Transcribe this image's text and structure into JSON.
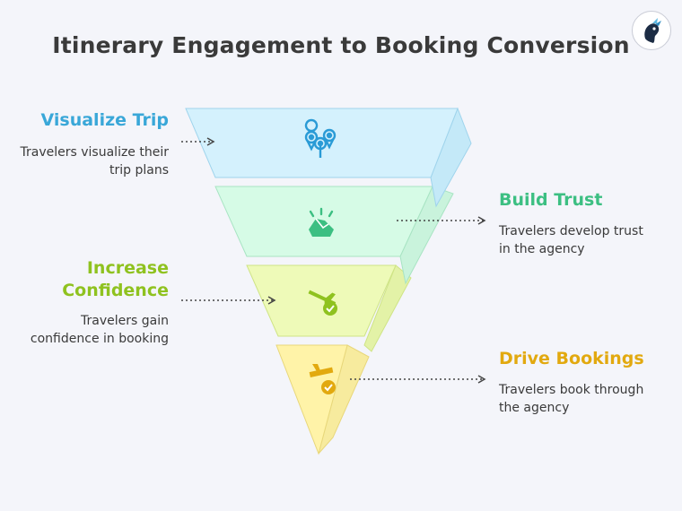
{
  "title": "Itinerary Engagement to Booking Conversion",
  "colors": {
    "stage1": "#39a7d8",
    "stage2": "#3cbf82",
    "stage3": "#8fc21f",
    "stage4": "#e2a90f",
    "title": "#3a3a3a"
  },
  "stages": [
    {
      "label": "Visualize Trip",
      "description_lines": [
        "Travelers visualize their",
        "trip plans"
      ],
      "icon": "map-pins-icon"
    },
    {
      "label": "Build Trust",
      "description_lines": [
        "Travelers develop trust",
        "in the agency"
      ],
      "icon": "handshake-icon"
    },
    {
      "label_lines": [
        "Increase",
        "Confidence"
      ],
      "description_lines": [
        "Travelers gain",
        "confidence in booking"
      ],
      "icon": "plane-check-icon"
    },
    {
      "label": "Drive Bookings",
      "description_lines": [
        "Travelers book through",
        "the agency"
      ],
      "icon": "plane-ticket-check-icon"
    }
  ]
}
